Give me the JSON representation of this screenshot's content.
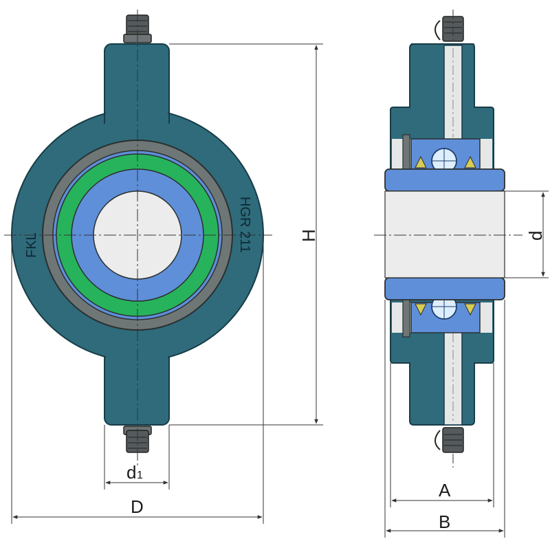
{
  "colors": {
    "housing": "#2f6b7b",
    "housing_edge": "#173c47",
    "seal_grey": "#6f7676",
    "ring_green": "#27b35c",
    "ring_blue": "#5f8fd8",
    "bore": "#ececec",
    "dim_line": "#333333"
  },
  "engraving": {
    "left": "FKL",
    "right": "HGR 211"
  },
  "dimensions": {
    "D": "D",
    "d1": "d",
    "d1_sub": "1",
    "H": "H",
    "d": "d",
    "A": "A",
    "B": "B"
  },
  "icons": {
    "grease_nipple": "grease-nipple-icon",
    "ball": "ball-icon"
  }
}
